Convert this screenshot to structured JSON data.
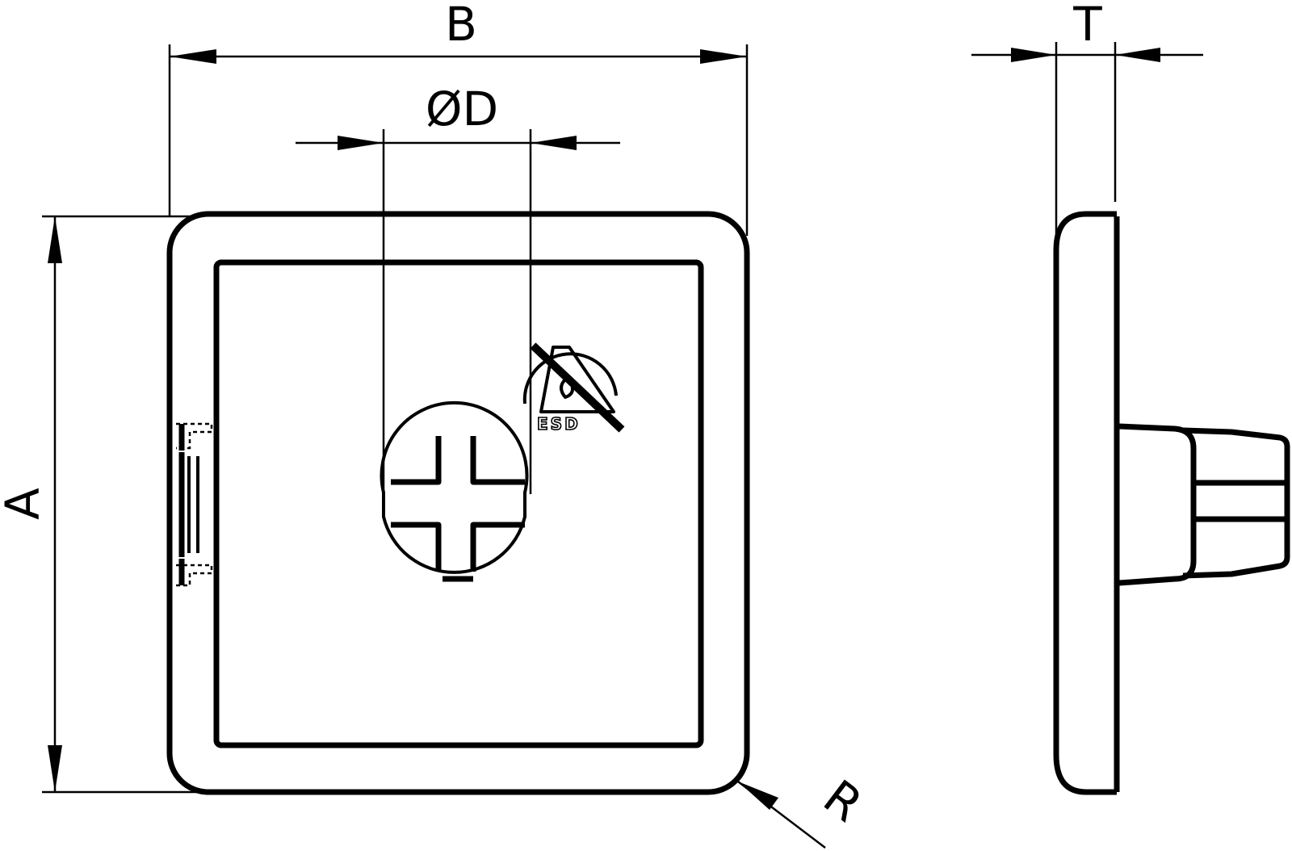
{
  "dimensions": {
    "width": "B",
    "diameter": "ØD",
    "thickness": "T",
    "height": "A",
    "radius": "R"
  },
  "symbol": {
    "text": "ESD",
    "icon": "esd-protection-icon"
  }
}
